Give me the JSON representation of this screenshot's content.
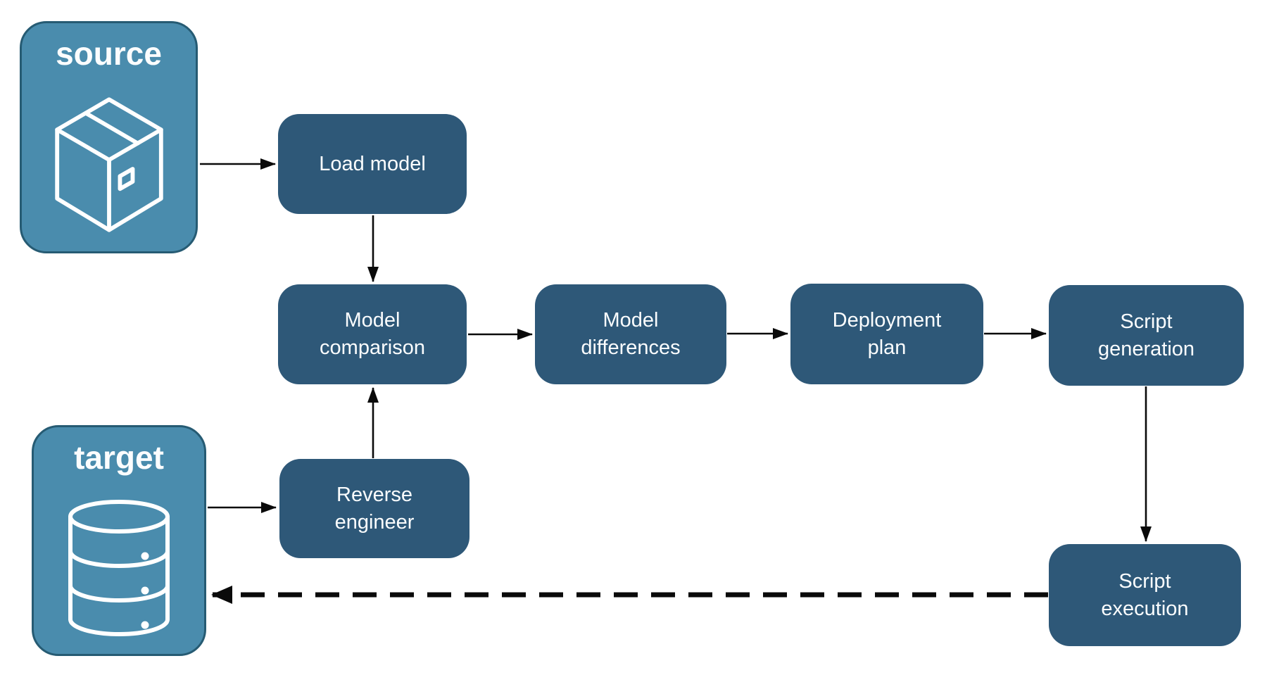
{
  "diagram": {
    "description": "Database schema deployment workflow diagram",
    "colors": {
      "endpoint_fill": "#4A8CAD",
      "endpoint_border": "#265B73",
      "node_fill": "#2E5878",
      "label_text": "#FBFDFE",
      "arrow": "#0A0A0A",
      "background": "#FFFFFF"
    },
    "endpoints": [
      {
        "id": "source",
        "label": "source",
        "icon": "package-icon"
      },
      {
        "id": "target",
        "label": "target",
        "icon": "database-icon"
      }
    ],
    "nodes": [
      {
        "id": "load-model",
        "label": "Load model",
        "lines": [
          "Load model"
        ]
      },
      {
        "id": "model-comparison",
        "label": "Model comparison",
        "lines": [
          "Model",
          "comparison"
        ]
      },
      {
        "id": "model-differences",
        "label": "Model differences",
        "lines": [
          "Model",
          "differences"
        ]
      },
      {
        "id": "deployment-plan",
        "label": "Deployment plan",
        "lines": [
          "Deployment",
          "plan"
        ]
      },
      {
        "id": "script-generation",
        "label": "Script generation",
        "lines": [
          "Script",
          "generation"
        ]
      },
      {
        "id": "reverse-engineer",
        "label": "Reverse engineer",
        "lines": [
          "Reverse",
          "engineer"
        ]
      },
      {
        "id": "script-execution",
        "label": "Script execution",
        "lines": [
          "Script",
          "execution"
        ]
      }
    ],
    "edges": [
      {
        "from": "source",
        "to": "load-model",
        "style": "solid"
      },
      {
        "from": "load-model",
        "to": "model-comparison",
        "style": "solid"
      },
      {
        "from": "model-comparison",
        "to": "model-differences",
        "style": "solid"
      },
      {
        "from": "model-differences",
        "to": "deployment-plan",
        "style": "solid"
      },
      {
        "from": "deployment-plan",
        "to": "script-generation",
        "style": "solid"
      },
      {
        "from": "script-generation",
        "to": "script-execution",
        "style": "solid"
      },
      {
        "from": "target",
        "to": "reverse-engineer",
        "style": "solid"
      },
      {
        "from": "reverse-engineer",
        "to": "model-comparison",
        "style": "solid"
      },
      {
        "from": "script-execution",
        "to": "target",
        "style": "dashed"
      }
    ]
  }
}
